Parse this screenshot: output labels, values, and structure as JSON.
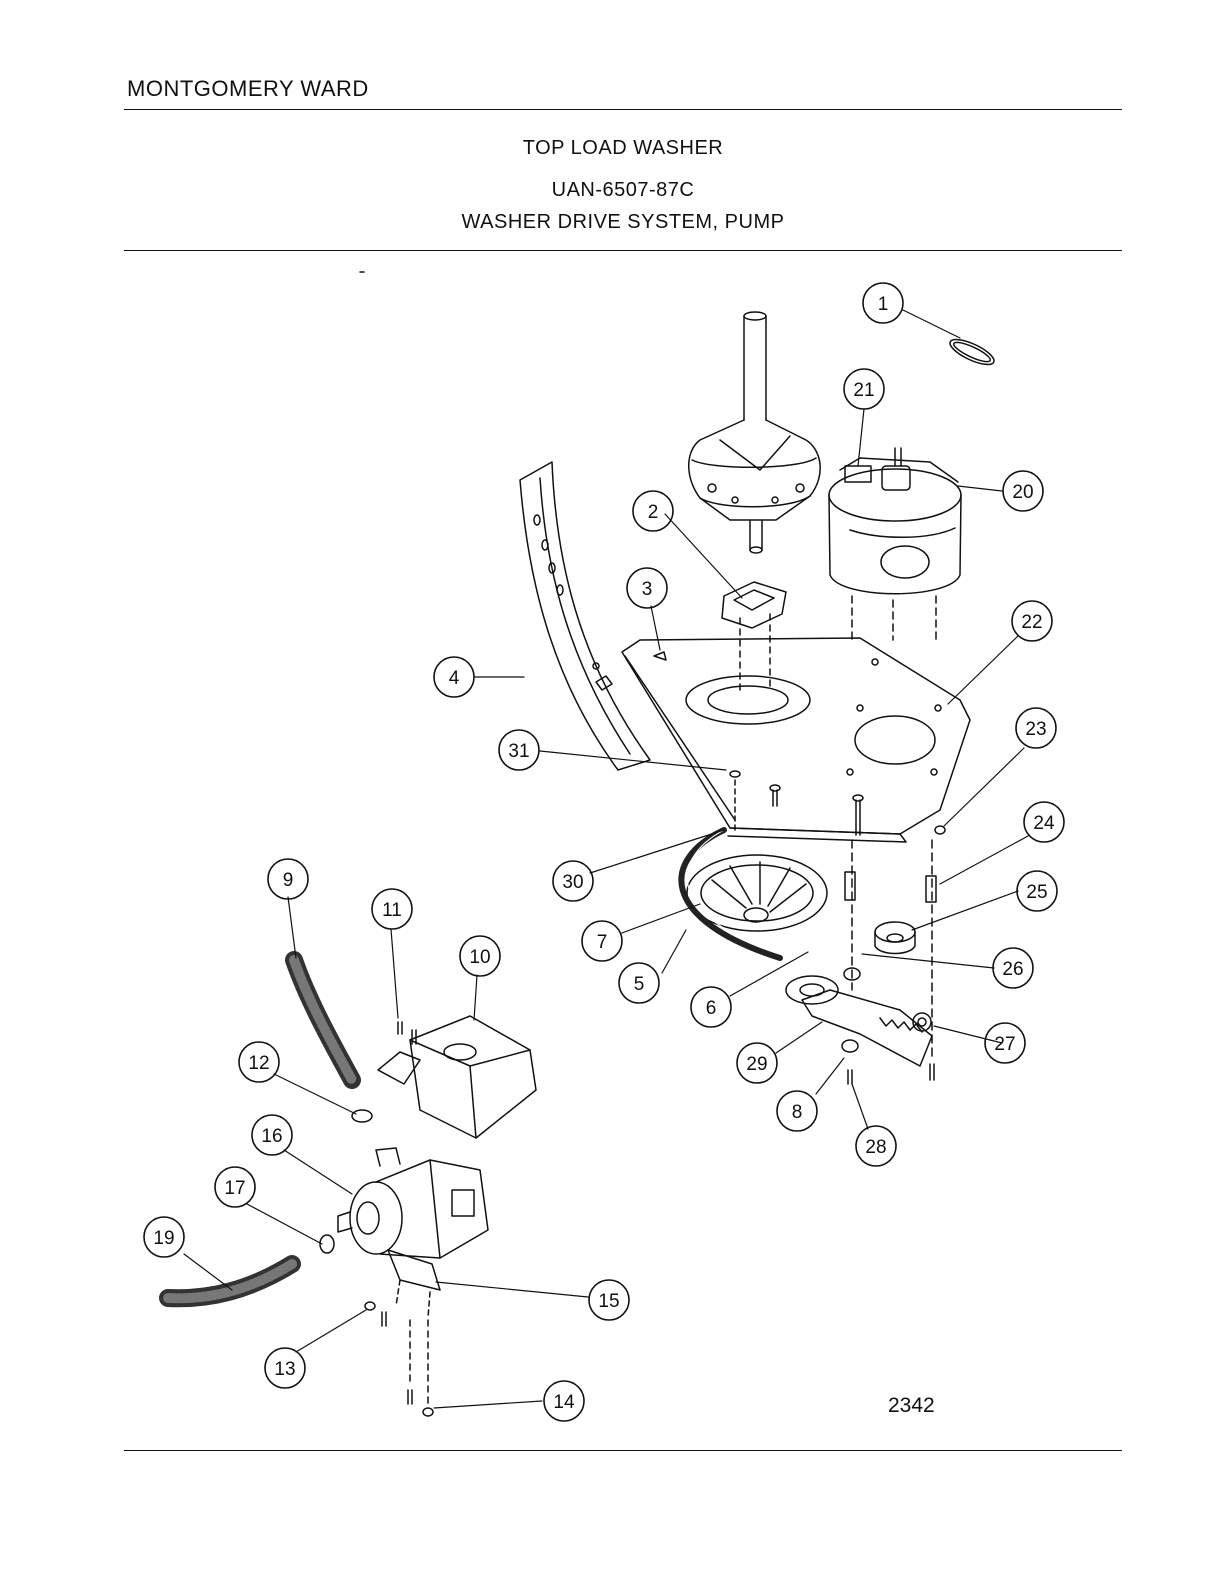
{
  "header": {
    "brand": "MONTGOMERY WARD",
    "product": "TOP LOAD WASHER",
    "model": "UAN-6507-87C",
    "section": "WASHER DRIVE SYSTEM, PUMP"
  },
  "figure_number": "2342",
  "callouts": [
    {
      "id": "c1",
      "label": "1"
    },
    {
      "id": "c2",
      "label": "2"
    },
    {
      "id": "c3",
      "label": "3"
    },
    {
      "id": "c4",
      "label": "4"
    },
    {
      "id": "c5",
      "label": "5"
    },
    {
      "id": "c6",
      "label": "6"
    },
    {
      "id": "c7",
      "label": "7"
    },
    {
      "id": "c8",
      "label": "8"
    },
    {
      "id": "c9",
      "label": "9"
    },
    {
      "id": "c10",
      "label": "10"
    },
    {
      "id": "c11",
      "label": "11"
    },
    {
      "id": "c12",
      "label": "12"
    },
    {
      "id": "c13",
      "label": "13"
    },
    {
      "id": "c14",
      "label": "14"
    },
    {
      "id": "c15",
      "label": "15"
    },
    {
      "id": "c16",
      "label": "16"
    },
    {
      "id": "c17",
      "label": "17"
    },
    {
      "id": "c19",
      "label": "19"
    },
    {
      "id": "c20",
      "label": "20"
    },
    {
      "id": "c21",
      "label": "21"
    },
    {
      "id": "c22",
      "label": "22"
    },
    {
      "id": "c23",
      "label": "23"
    },
    {
      "id": "c24",
      "label": "24"
    },
    {
      "id": "c25",
      "label": "25"
    },
    {
      "id": "c26",
      "label": "26"
    },
    {
      "id": "c27",
      "label": "27"
    },
    {
      "id": "c28",
      "label": "28"
    },
    {
      "id": "c29",
      "label": "29"
    },
    {
      "id": "c30",
      "label": "30"
    },
    {
      "id": "c31",
      "label": "31"
    }
  ]
}
